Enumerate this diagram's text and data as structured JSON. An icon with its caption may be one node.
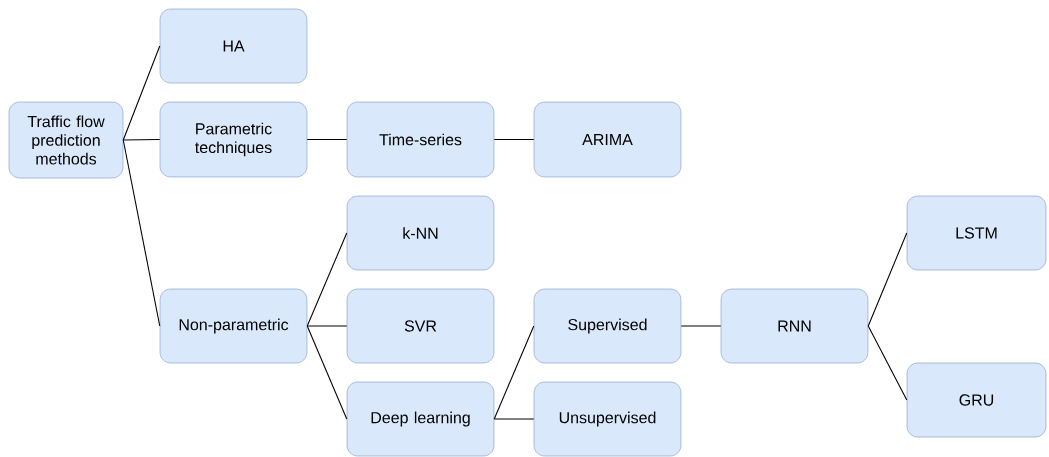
{
  "diagram": {
    "nodes": [
      {
        "text": [
          "Traffic flow prediction methods"
        ]
      },
      {
        "text": [
          "HA"
        ]
      },
      {
        "text": [
          "Parametric techniques"
        ]
      },
      {
        "text": [
          "Time-series"
        ]
      },
      {
        "text": [
          "ARIMA"
        ]
      },
      {
        "text": [
          "Non-parametric"
        ]
      },
      {
        "text": [
          "k-NN"
        ]
      },
      {
        "text": [
          "SVR"
        ]
      },
      {
        "text": [
          "Deep learning"
        ]
      },
      {
        "text": [
          "Supervised"
        ]
      },
      {
        "text": [
          "Unsupervised"
        ]
      },
      {
        "text": [
          "RNN"
        ]
      },
      {
        "text": [
          "LSTM"
        ]
      },
      {
        "text": [
          "GRU"
        ]
      }
    ],
    "edges": [
      {
        "from": 0,
        "to": 1,
        "arrow": "none"
      },
      {
        "from": 0,
        "to": 2,
        "arrow": "none"
      },
      {
        "from": 0,
        "to": 5,
        "arrow": "none"
      },
      {
        "from": 2,
        "to": 3,
        "arrow": "none"
      },
      {
        "from": 3,
        "to": 4,
        "arrow": "none"
      },
      {
        "from": 5,
        "to": 6,
        "arrow": "none"
      },
      {
        "from": 5,
        "to": 7,
        "arrow": "none"
      },
      {
        "from": 5,
        "to": 8,
        "arrow": "none"
      },
      {
        "from": 8,
        "to": 9,
        "arrow": "none"
      },
      {
        "from": 8,
        "to": 10,
        "arrow": "none"
      },
      {
        "from": 9,
        "to": 11,
        "arrow": "none"
      },
      {
        "from": 11,
        "to": 12,
        "arrow": "none"
      },
      {
        "from": 11,
        "to": 13,
        "arrow": "none"
      }
    ]
  }
}
